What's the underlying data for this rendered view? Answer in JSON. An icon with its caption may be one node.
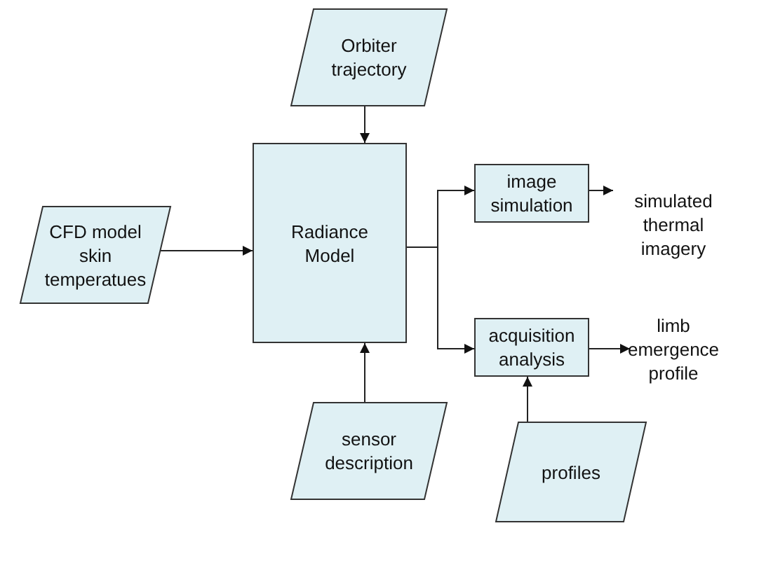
{
  "diagram": {
    "nodes": [
      {
        "text": [
          "Orbiter trajectory"
        ]
      },
      {
        "text": [
          "CFD model skin temperatues"
        ]
      },
      {
        "text": [
          "Radiance Model"
        ]
      },
      {
        "text": [
          "image simulation"
        ]
      },
      {
        "text": [
          "simulated thermal imagery"
        ]
      },
      {
        "text": [
          "sensor description"
        ]
      },
      {
        "text": [
          "acquisition analysis"
        ]
      },
      {
        "text": [
          "limb emergence profile"
        ]
      },
      {
        "text": [
          "profiles"
        ]
      }
    ],
    "edges": [
      {
        "from": 0,
        "to": 2,
        "arrow": "to"
      },
      {
        "from": 1,
        "to": 2,
        "arrow": "to"
      },
      {
        "from": 5,
        "to": 2,
        "arrow": "to"
      },
      {
        "from": 2,
        "to": 3,
        "arrow": "to"
      },
      {
        "from": 2,
        "to": 6,
        "arrow": "to"
      },
      {
        "from": 3,
        "to": 4,
        "arrow": "to"
      },
      {
        "from": 6,
        "to": 7,
        "arrow": "to"
      },
      {
        "from": 8,
        "to": 6,
        "arrow": "to"
      }
    ]
  }
}
